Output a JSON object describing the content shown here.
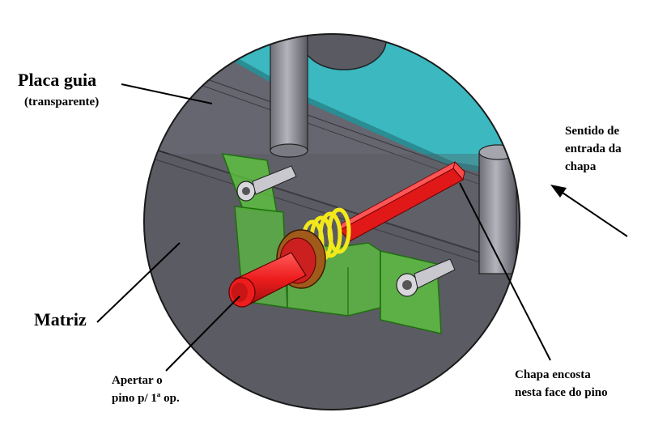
{
  "labels": {
    "placa_guia": "Placa guia",
    "transparente": "(transparente)",
    "sentido_line1": "Sentido de",
    "sentido_line2": "entrada da",
    "sentido_line3": "chapa",
    "matriz": "Matriz",
    "apertar_line1": "Apertar o",
    "apertar_line2": "pino p/ 1ª op.",
    "chapa_line1": "Chapa encosta",
    "chapa_line2": "nesta face do pino"
  },
  "colors": {
    "die_plate": "#5d5d66",
    "die_plate_dark": "#4f4f57",
    "guide_plate_teal": "#3bb8c0",
    "bracket_green": "#5ccc3c",
    "pin_red": "#ee1d1d",
    "spring_yellow": "#f2e81a",
    "cylinder_gray": "#8f8f97"
  }
}
